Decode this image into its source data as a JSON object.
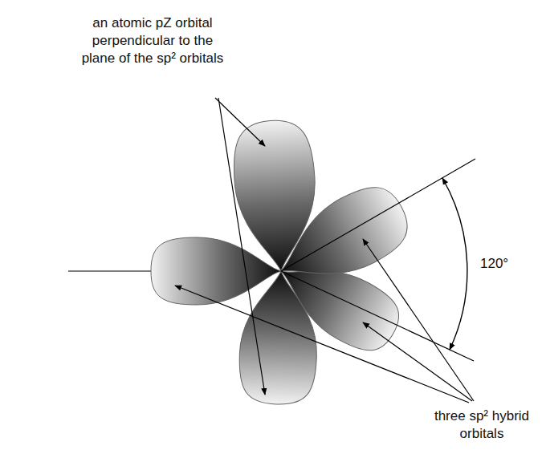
{
  "diagram": {
    "labels": [
      "an atomic pZ orbital perpendicular to the plane of the sp² orbitals",
      "120°",
      "three sp² hybrid orbitals"
    ]
  }
}
